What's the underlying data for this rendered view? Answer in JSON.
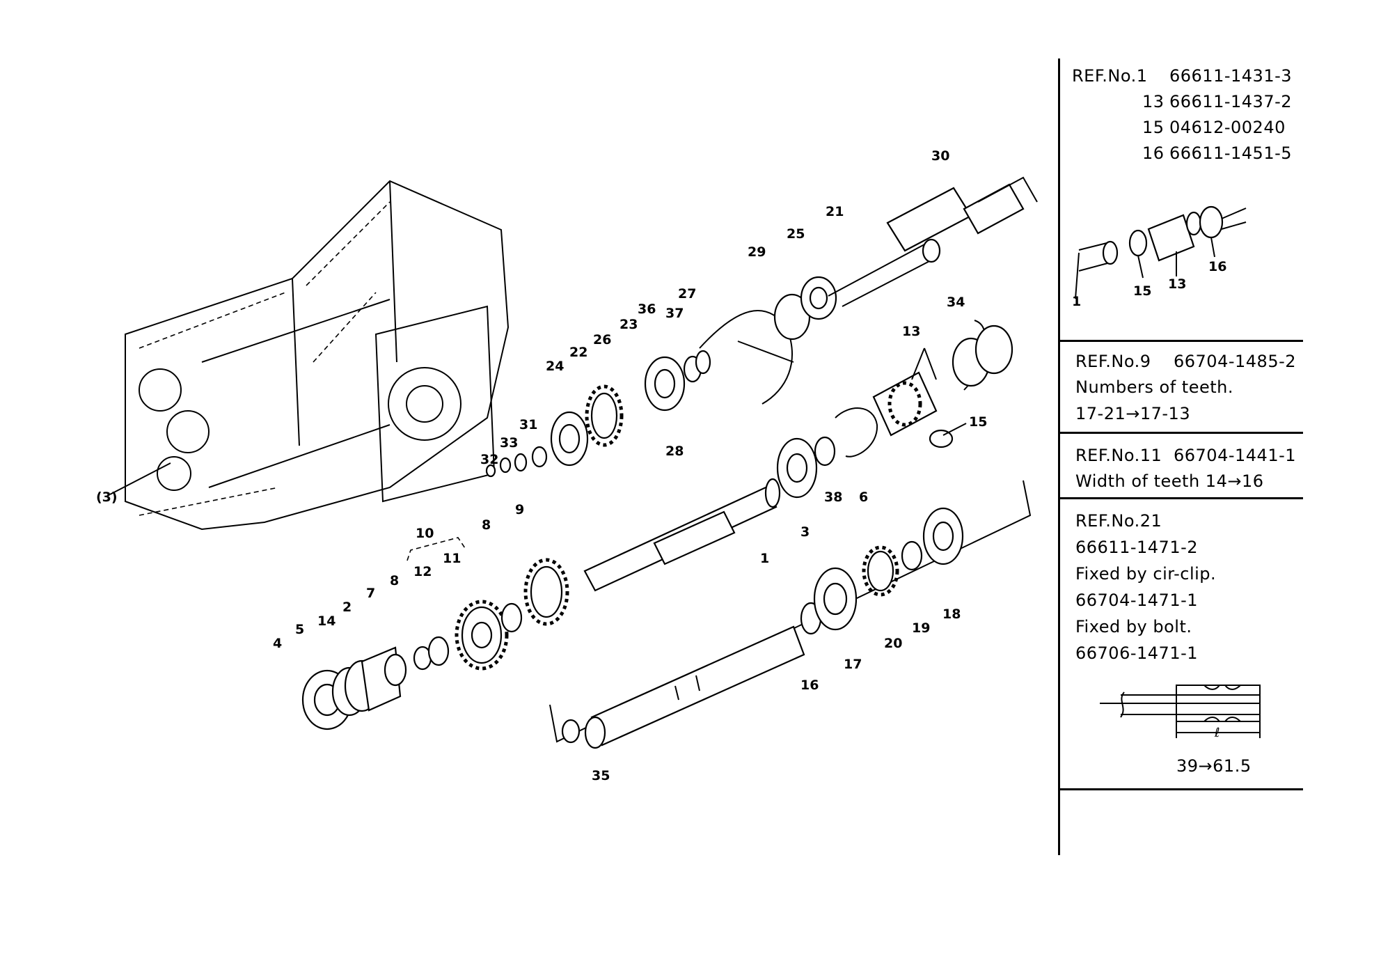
{
  "callouts": {
    "c1": "1",
    "c2": "2",
    "c3": "3",
    "c3p": "(3)",
    "c4": "4",
    "c5": "5",
    "c6": "6",
    "c7": "7",
    "c8a": "8",
    "c8b": "8",
    "c9": "9",
    "c10": "10",
    "c11": "11",
    "c12": "12",
    "c13": "13",
    "c14": "14",
    "c15": "15",
    "c16": "16",
    "c17": "17",
    "c18": "18",
    "c19": "19",
    "c20": "20",
    "c21": "21",
    "c22": "22",
    "c23": "23",
    "c24": "24",
    "c25": "25",
    "c26": "26",
    "c27": "27",
    "c28": "28",
    "c29": "29",
    "c30": "30",
    "c31": "31",
    "c32": "32",
    "c33": "33",
    "c34": "34",
    "c35": "35",
    "c36": "36",
    "c37": "37",
    "c38": "38"
  },
  "refs": {
    "r1": {
      "label": "REF.No.1",
      "part1": "66611-1431-3",
      "rows": [
        {
          "no": "13",
          "part": "66611-1437-2"
        },
        {
          "no": "15",
          "part": "04612-00240"
        },
        {
          "no": "16",
          "part": "66611-1451-5"
        }
      ],
      "mini": {
        "l1": "1",
        "l15": "15",
        "l13": "13",
        "l16": "16"
      }
    },
    "r9": {
      "label": "REF.No.9",
      "part": "66704-1485-2",
      "line1": "Numbers of teeth.",
      "line2": "17-21→17-13"
    },
    "r11": {
      "label": "REF.No.11",
      "part": "66704-1441-1",
      "line1": "Width of teeth 14→16"
    },
    "r21": {
      "label": "REF.No.21",
      "lines": [
        "66611-1471-2",
        "Fixed by cir-clip.",
        "66704-1471-1",
        "Fixed by bolt.",
        "66706-1471-1"
      ],
      "dim_symbol": "ℓ",
      "dim": "39→61.5"
    }
  }
}
